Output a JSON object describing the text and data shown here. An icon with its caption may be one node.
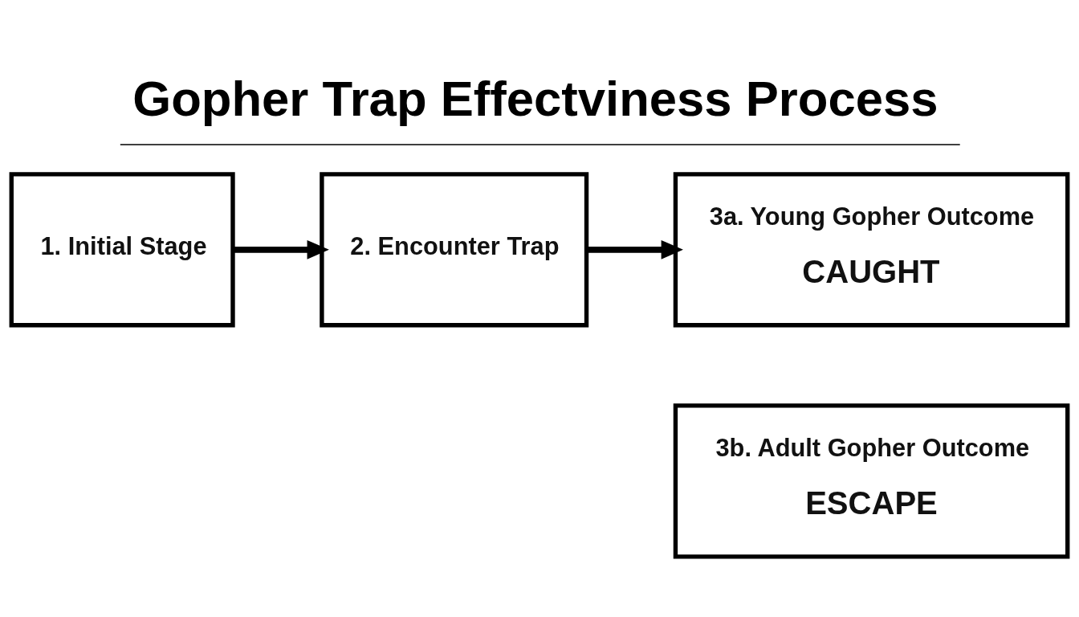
{
  "diagram": {
    "title": "Gopher Trap Effectviness Process",
    "nodes": [
      {
        "text": [
          "1. Initial Stage"
        ]
      },
      {
        "text": [
          "2. Encounter Trap"
        ]
      },
      {
        "text": [
          "3a. Young Gopher Outcome",
          "CAUGHT"
        ]
      },
      {
        "text": [
          "3b. Adult Gopher Outcome",
          "ESCAPE"
        ]
      }
    ],
    "edges": [
      {
        "from": 0,
        "to": 1,
        "arrow": "to"
      },
      {
        "from": 1,
        "to": 2,
        "arrow": "to"
      }
    ]
  }
}
